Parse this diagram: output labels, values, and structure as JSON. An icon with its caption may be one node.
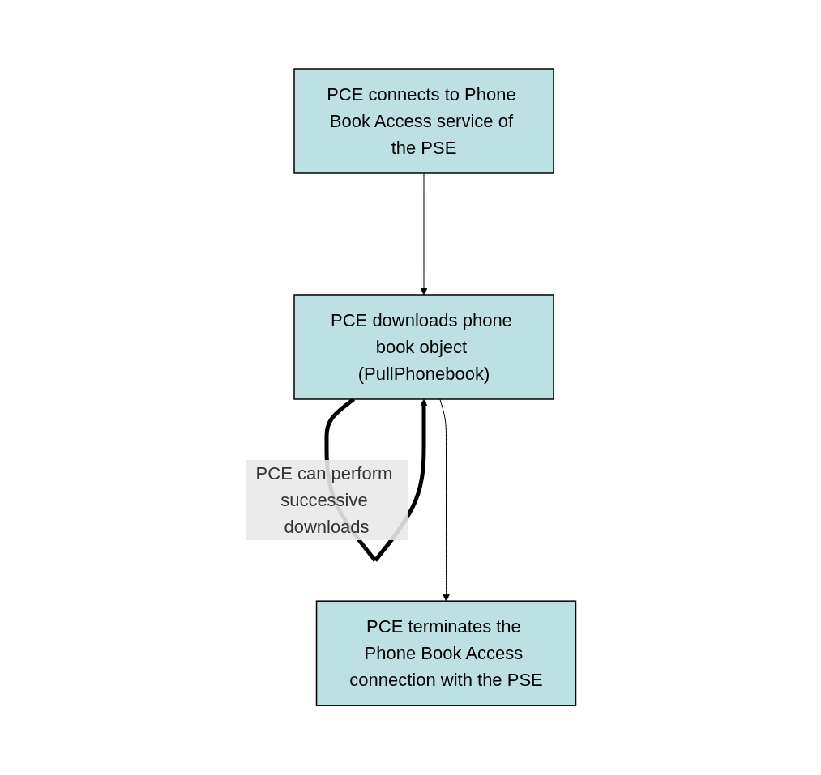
{
  "diagram": {
    "nodes": [
      {
        "text": [
          "PCE connects to Phone Book Access service of the PSE"
        ]
      },
      {
        "text": [
          "PCE downloads phone book object (PullPhonebook)"
        ]
      },
      {
        "text": [
          "PCE terminates the Phone Book Access connection with the PSE"
        ]
      }
    ],
    "edges": [
      {
        "from": 0,
        "to": 1,
        "arrow": "to"
      },
      {
        "from": 1,
        "to": 2,
        "arrow": "to"
      },
      {
        "from": 1,
        "to": 1,
        "arrow": "to",
        "label": "PCE can perform successive downloads",
        "style": "thick"
      }
    ]
  }
}
